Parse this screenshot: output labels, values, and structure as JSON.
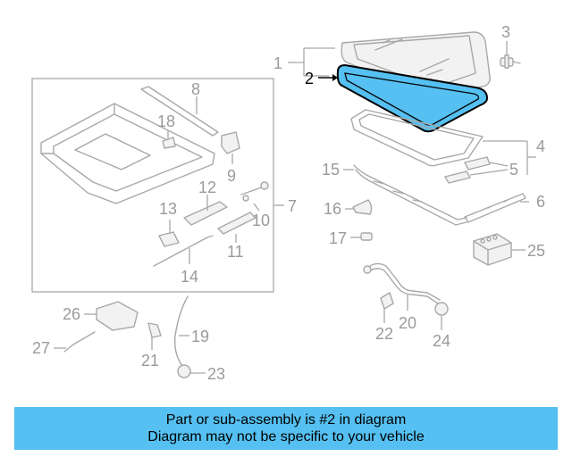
{
  "diagram": {
    "highlighted_part": "2",
    "highlight_color": "#55c0f1",
    "callouts": {
      "c1": "1",
      "c2": "2",
      "c3": "3",
      "c4": "4",
      "c5": "5",
      "c6": "6",
      "c7": "7",
      "c8": "8",
      "c9": "9",
      "c10": "10",
      "c11": "11",
      "c12": "12",
      "c13": "13",
      "c14": "14",
      "c15": "15",
      "c16": "16",
      "c17": "17",
      "c18": "18",
      "c19": "19",
      "c20": "20",
      "c21": "21",
      "c22": "22",
      "c23": "23",
      "c24": "24",
      "c25": "25",
      "c26": "26",
      "c27": "27"
    }
  },
  "banner": {
    "line1": "Part or sub-assembly is #2 in diagram",
    "line2": "Diagram may not be specific to your vehicle",
    "background": "#55c0f1"
  }
}
